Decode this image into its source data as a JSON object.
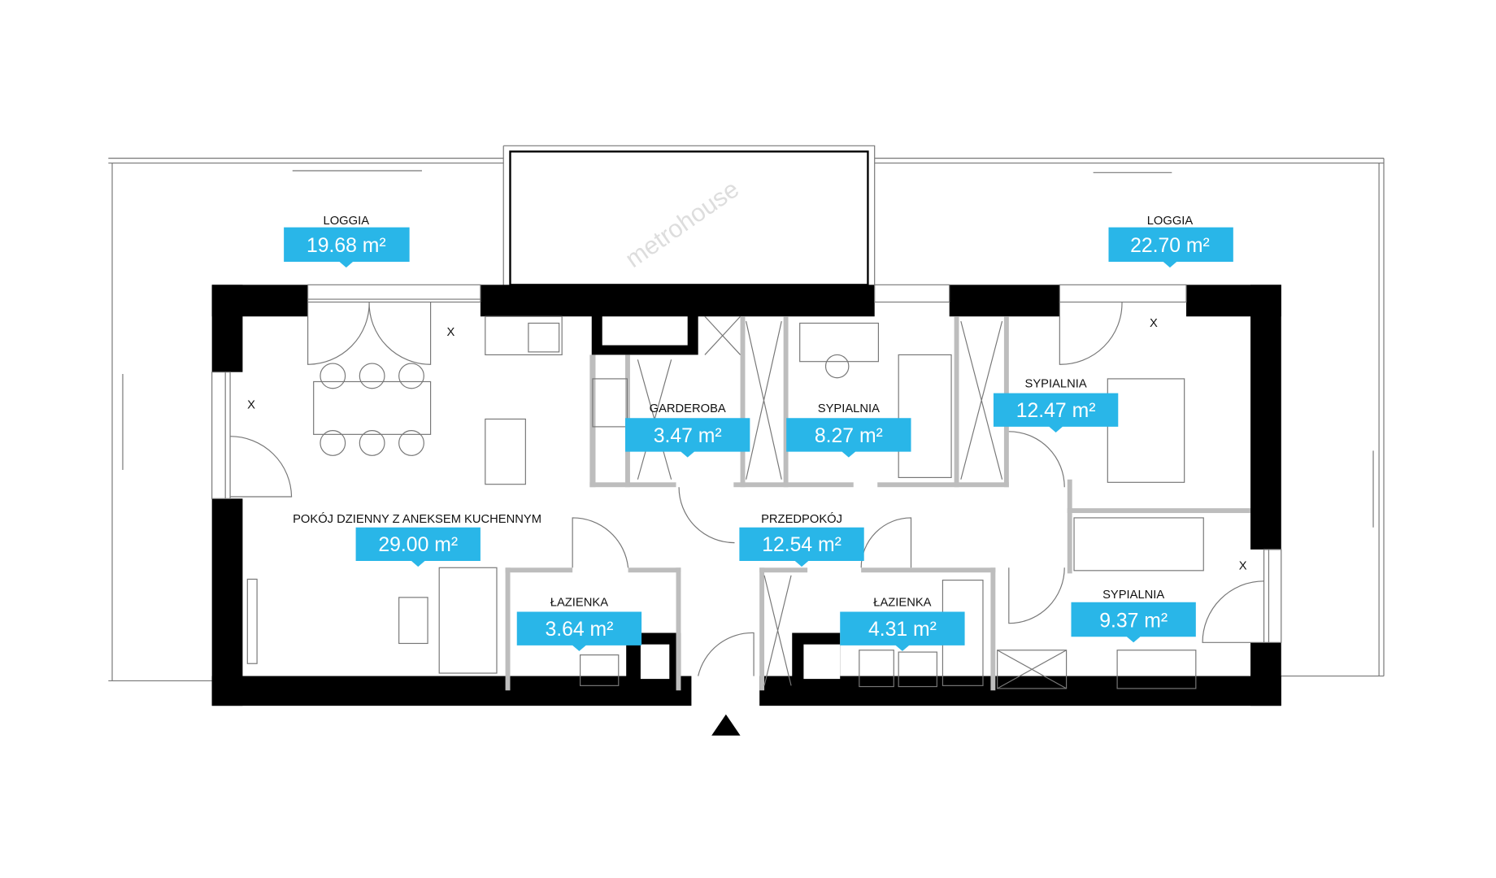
{
  "colors": {
    "label_bg": "#29b6e8",
    "wall": "#000000",
    "partition": "#bdbdbd"
  },
  "watermark": "metrohouse",
  "rooms": [
    {
      "name": "LOGGIA",
      "area": "19.68 m²"
    },
    {
      "name": "LOGGIA",
      "area": "22.70 m²"
    },
    {
      "name": "GARDEROBA",
      "area": "3.47 m²"
    },
    {
      "name": "SYPIALNIA",
      "area": "8.27 m²"
    },
    {
      "name": "SYPIALNIA",
      "area": "12.47 m²"
    },
    {
      "name": "POKÓJ DZIENNY Z ANEKSEM KUCHENNYM",
      "area": "29.00 m²"
    },
    {
      "name": "PRZEDPOKÓJ",
      "area": "12.54 m²"
    },
    {
      "name": "ŁAZIENKA",
      "area": "3.64 m²"
    },
    {
      "name": "ŁAZIENKA",
      "area": "4.31 m²"
    },
    {
      "name": "SYPIALNIA",
      "area": "9.37 m²"
    }
  ],
  "marks": {
    "x": "X"
  },
  "entrance_icon": "triangle-up-icon"
}
